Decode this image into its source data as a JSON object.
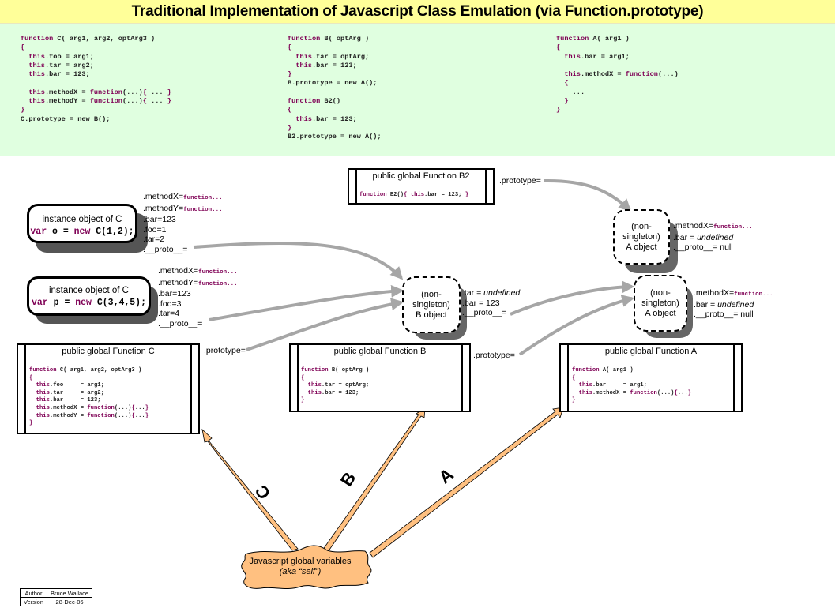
{
  "title": "Traditional Implementation of Javascript Class Emulation (via Function.prototype)",
  "code_panel": {
    "column_c": [
      [
        {
          "k": "function"
        },
        {
          "t": " C( arg1, arg2, optArg3 )"
        }
      ],
      [
        {
          "k": "{"
        }
      ],
      [
        {
          "t": "  "
        },
        {
          "k": "this"
        },
        {
          "t": ".foo = arg1;"
        }
      ],
      [
        {
          "t": "  "
        },
        {
          "k": "this"
        },
        {
          "t": ".tar = arg2;"
        }
      ],
      [
        {
          "t": "  "
        },
        {
          "k": "this"
        },
        {
          "t": ".bar = 123;"
        }
      ],
      [
        {
          "t": ""
        }
      ],
      [
        {
          "t": "  "
        },
        {
          "k": "this"
        },
        {
          "t": ".methodX = "
        },
        {
          "k": "function"
        },
        {
          "t": "(...)"
        },
        {
          "k": "{"
        },
        {
          "t": " ... "
        },
        {
          "k": "}"
        }
      ],
      [
        {
          "t": "  "
        },
        {
          "k": "this"
        },
        {
          "t": ".methodY = "
        },
        {
          "k": "function"
        },
        {
          "t": "(...)"
        },
        {
          "k": "{"
        },
        {
          "t": " ... "
        },
        {
          "k": "}"
        }
      ],
      [
        {
          "k": "}"
        }
      ],
      [
        {
          "t": "C.prototype = new B();"
        }
      ]
    ],
    "column_b": [
      [
        {
          "k": "function"
        },
        {
          "t": " B( optArg )"
        }
      ],
      [
        {
          "k": "{"
        }
      ],
      [
        {
          "t": "  "
        },
        {
          "k": "this"
        },
        {
          "t": ".tar = optArg;"
        }
      ],
      [
        {
          "t": "  "
        },
        {
          "k": "this"
        },
        {
          "t": ".bar = 123;"
        }
      ],
      [
        {
          "k": "}"
        }
      ],
      [
        {
          "t": "B.prototype = new A();"
        }
      ],
      [
        {
          "t": ""
        }
      ],
      [
        {
          "k": "function"
        },
        {
          "t": " B2()"
        }
      ],
      [
        {
          "k": "{"
        }
      ],
      [
        {
          "t": "  "
        },
        {
          "k": "this"
        },
        {
          "t": ".bar = 123;"
        }
      ],
      [
        {
          "k": "}"
        }
      ],
      [
        {
          "t": "B2.prototype = new A();"
        }
      ]
    ],
    "column_a": [
      [
        {
          "k": "function"
        },
        {
          "t": " A( arg1 )"
        }
      ],
      [
        {
          "k": "{"
        }
      ],
      [
        {
          "t": "  "
        },
        {
          "k": "this"
        },
        {
          "t": ".bar = arg1;"
        }
      ],
      [
        {
          "t": ""
        }
      ],
      [
        {
          "t": "  "
        },
        {
          "k": "this"
        },
        {
          "t": ".methodX = "
        },
        {
          "k": "function"
        },
        {
          "t": "(...)"
        }
      ],
      [
        {
          "t": "  "
        },
        {
          "k": "{"
        }
      ],
      [
        {
          "t": "    ..."
        }
      ],
      [
        {
          "t": "  "
        },
        {
          "k": "}"
        }
      ],
      [
        {
          "k": "}"
        }
      ]
    ]
  },
  "instances": {
    "o": {
      "label": "instance object of C",
      "code_var": "var",
      "code_rest": " o = ",
      "code_new": "new",
      "code_call": " C(1,2);",
      "props": [
        {
          "name": ".methodX=",
          "fn": "function..."
        },
        {
          "name": ".methodY=",
          "fn": "function..."
        },
        {
          "name": ".bar=123"
        },
        {
          "name": ".foo=1"
        },
        {
          "name": ".tar=2"
        },
        {
          "name": ".__proto__="
        }
      ]
    },
    "p": {
      "label": "instance object of C",
      "code_var": "var",
      "code_rest": " p = ",
      "code_new": "new",
      "code_call": " C(3,4,5);",
      "props": [
        {
          "name": ".methodX=",
          "fn": "function..."
        },
        {
          "name": ".methodY=",
          "fn": "function..."
        },
        {
          "name": ".bar=123"
        },
        {
          "name": ".foo=3"
        },
        {
          "name": ".tar=4"
        },
        {
          "name": ".__proto__="
        }
      ]
    }
  },
  "proto_objects": {
    "b_object": {
      "lines": [
        "(non-",
        "singleton)",
        "B object"
      ],
      "props": [
        {
          "name": ".tar = ",
          "italic": "undefined"
        },
        {
          "name": ".bar = 123"
        },
        {
          "name": ".__proto__="
        }
      ]
    },
    "a_object_top": {
      "lines": [
        "(non-",
        "singleton)",
        "A object"
      ],
      "props": [
        {
          "name": ".methodX=",
          "fn": "function..."
        },
        {
          "name": ".bar = ",
          "italic": "undefined"
        },
        {
          "name": ".__proto__= null"
        }
      ]
    },
    "a_object_bottom": {
      "lines": [
        "(non-",
        "singleton)",
        "A object"
      ],
      "props": [
        {
          "name": ".methodX=",
          "fn": "function..."
        },
        {
          "name": ".bar = ",
          "italic": "undefined"
        },
        {
          "name": ".__proto__= null"
        }
      ]
    }
  },
  "functions": {
    "b2": {
      "title": "public global Function B2",
      "code": [
        [
          {
            "k": "function"
          },
          {
            "t": " B2()"
          },
          {
            "k": "{"
          },
          {
            "t": " "
          },
          {
            "k": "this"
          },
          {
            "t": ".bar = 123; "
          },
          {
            "k": "}"
          }
        ]
      ],
      "prototype_label": ".prototype="
    },
    "c": {
      "title": "public global Function C",
      "code": [
        [
          {
            "k": "function"
          },
          {
            "t": " C( arg1, arg2, optArg3 )"
          }
        ],
        [
          {
            "k": "{"
          }
        ],
        [
          {
            "t": "  "
          },
          {
            "k": "this"
          },
          {
            "t": ".foo     = arg1;"
          }
        ],
        [
          {
            "t": "  "
          },
          {
            "k": "this"
          },
          {
            "t": ".tar     = arg2;"
          }
        ],
        [
          {
            "t": "  "
          },
          {
            "k": "this"
          },
          {
            "t": ".bar     = 123;"
          }
        ],
        [
          {
            "t": "  "
          },
          {
            "k": "this"
          },
          {
            "t": ".methodX = "
          },
          {
            "k": "function"
          },
          {
            "t": "(...)"
          },
          {
            "k": "{"
          },
          {
            "t": "..."
          },
          {
            "k": "}"
          }
        ],
        [
          {
            "t": "  "
          },
          {
            "k": "this"
          },
          {
            "t": ".methodY = "
          },
          {
            "k": "function"
          },
          {
            "t": "(...)"
          },
          {
            "k": "{"
          },
          {
            "t": "..."
          },
          {
            "k": "}"
          }
        ],
        [
          {
            "k": "}"
          }
        ]
      ],
      "prototype_label": ".prototype="
    },
    "b": {
      "title": "public global Function B",
      "code": [
        [
          {
            "k": "function"
          },
          {
            "t": " B( optArg )"
          }
        ],
        [
          {
            "k": "{"
          }
        ],
        [
          {
            "t": "  "
          },
          {
            "k": "this"
          },
          {
            "t": ".tar = optArg;"
          }
        ],
        [
          {
            "t": "  "
          },
          {
            "k": "this"
          },
          {
            "t": ".bar = 123;"
          }
        ],
        [
          {
            "k": "}"
          }
        ]
      ],
      "prototype_label": ".prototype="
    },
    "a": {
      "title": "public global Function A",
      "code": [
        [
          {
            "k": "function"
          },
          {
            "t": " A( arg1 )"
          }
        ],
        [
          {
            "k": "{"
          }
        ],
        [
          {
            "t": "  "
          },
          {
            "k": "this"
          },
          {
            "t": ".bar     = arg1;"
          }
        ],
        [
          {
            "t": "  "
          },
          {
            "k": "this"
          },
          {
            "t": ".methodX = "
          },
          {
            "k": "function"
          },
          {
            "t": "(...)"
          },
          {
            "k": "{"
          },
          {
            "t": "..."
          },
          {
            "k": "}"
          }
        ],
        [
          {
            "k": "}"
          }
        ]
      ]
    }
  },
  "globals": {
    "line1": "Javascript global variables",
    "line2": "(aka “self”)",
    "arrow_labels": {
      "c": "C",
      "b": "B",
      "a": "A"
    }
  },
  "meta": {
    "author_label": "Author",
    "author_value": "Bruce Wallace",
    "version_label": "Version",
    "version_value": "28-Dec-06"
  },
  "colors": {
    "title_bg": "#ffff99",
    "code_bg": "#e0ffe0",
    "keyword": "#7f0055",
    "arrow_gray": "#a6a6a6",
    "cloud_fill": "#ffc080"
  }
}
